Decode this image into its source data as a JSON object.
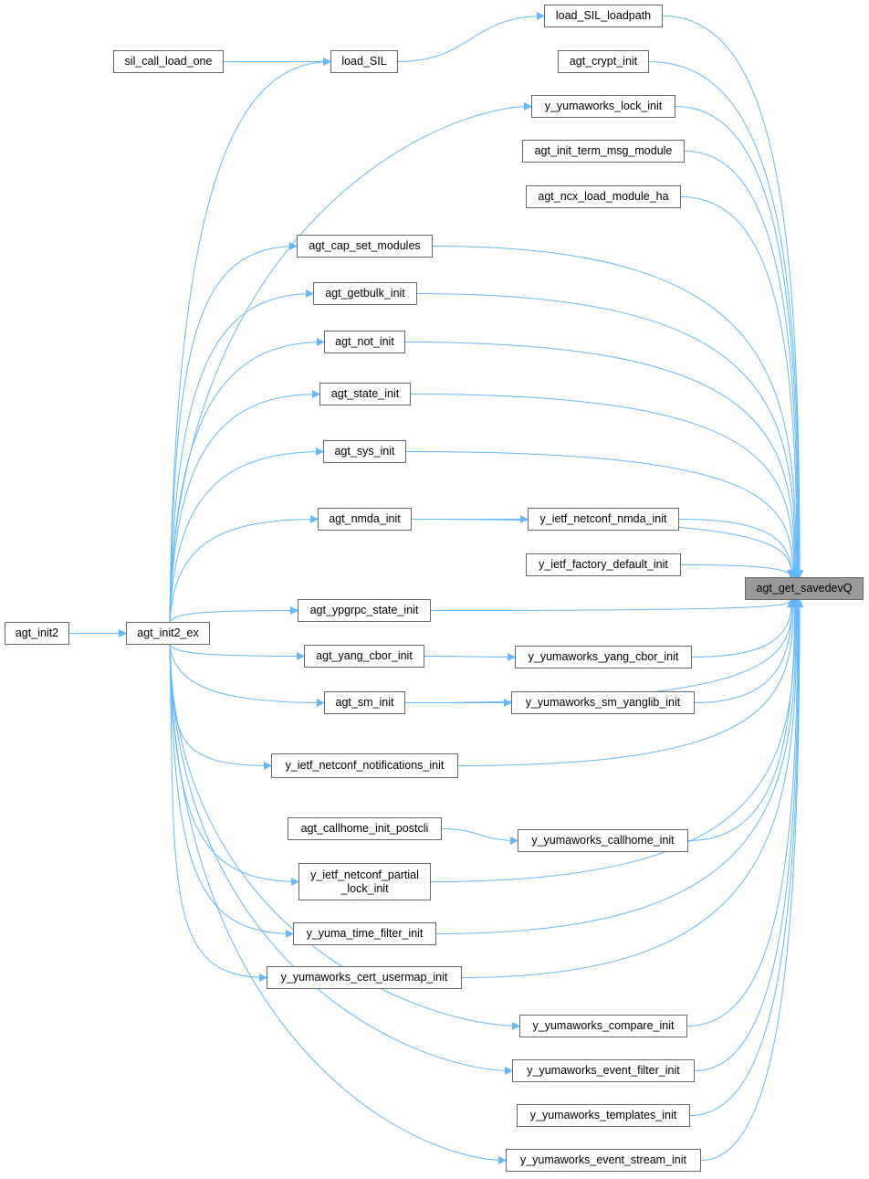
{
  "graph": {
    "focus": "agt_get_savedevQ",
    "colors": {
      "edge": "#63b8ff",
      "focus_fill": "#999999",
      "node_border": "#666666"
    },
    "nodes": {
      "load_SIL_loadpath": "load_SIL_loadpath",
      "agt_crypt_init": "agt_crypt_init",
      "y_yumaworks_lock_init": "y_yumaworks_lock_init",
      "agt_init_term_msg_module": "agt_init_term_msg_module",
      "agt_ncx_load_module_ha": "agt_ncx_load_module_ha",
      "sil_call_load_one": "sil_call_load_one",
      "load_SIL": "load_SIL",
      "agt_cap_set_modules": "agt_cap_set_modules",
      "agt_getbulk_init": "agt_getbulk_init",
      "agt_not_init": "agt_not_init",
      "agt_state_init": "agt_state_init",
      "agt_sys_init": "agt_sys_init",
      "agt_nmda_init": "agt_nmda_init",
      "y_ietf_netconf_nmda_init": "y_ietf_netconf_nmda_init",
      "y_ietf_factory_default_init": "y_ietf_factory_default_init",
      "agt_get_savedevQ": "agt_get_savedevQ",
      "agt_ypgrpc_state_init": "agt_ypgrpc_state_init",
      "agt_init2": "agt_init2",
      "agt_init2_ex": "agt_init2_ex",
      "agt_yang_cbor_init": "agt_yang_cbor_init",
      "y_yumaworks_yang_cbor_init": "y_yumaworks_yang_cbor_init",
      "agt_sm_init": "agt_sm_init",
      "y_yumaworks_sm_yanglib_init": "y_yumaworks_sm_yanglib_init",
      "y_ietf_netconf_notifications_init": "y_ietf_netconf_notifications_init",
      "agt_callhome_init_postcli": "agt_callhome_init_postcli",
      "y_yumaworks_callhome_init": "y_yumaworks_callhome_init",
      "y_ietf_netconf_partial_lock_init": "y_ietf_netconf_partial\n_lock_init",
      "y_yuma_time_filter_init": "y_yuma_time_filter_init",
      "y_yumaworks_cert_usermap_init": "y_yumaworks_cert_usermap_init",
      "y_yumaworks_compare_init": "y_yumaworks_compare_init",
      "y_yumaworks_event_filter_init": "y_yumaworks_event_filter_init",
      "y_yumaworks_templates_init": "y_yumaworks_templates_init",
      "y_yumaworks_event_stream_init": "y_yumaworks_event_stream_init"
    },
    "edges": [
      [
        "sil_call_load_one",
        "load_SIL"
      ],
      [
        "load_SIL",
        "load_SIL_loadpath"
      ],
      [
        "agt_init2",
        "agt_init2_ex"
      ],
      [
        "agt_init2_ex",
        "load_SIL"
      ],
      [
        "agt_init2_ex",
        "y_yumaworks_lock_init"
      ],
      [
        "agt_init2_ex",
        "agt_cap_set_modules"
      ],
      [
        "agt_init2_ex",
        "agt_getbulk_init"
      ],
      [
        "agt_init2_ex",
        "agt_not_init"
      ],
      [
        "agt_init2_ex",
        "agt_state_init"
      ],
      [
        "agt_init2_ex",
        "agt_sys_init"
      ],
      [
        "agt_init2_ex",
        "agt_nmda_init"
      ],
      [
        "agt_init2_ex",
        "agt_ypgrpc_state_init"
      ],
      [
        "agt_init2_ex",
        "agt_yang_cbor_init"
      ],
      [
        "agt_init2_ex",
        "agt_sm_init"
      ],
      [
        "agt_init2_ex",
        "y_ietf_netconf_notifications_init"
      ],
      [
        "agt_init2_ex",
        "y_ietf_netconf_partial_lock_init"
      ],
      [
        "agt_init2_ex",
        "y_yuma_time_filter_init"
      ],
      [
        "agt_init2_ex",
        "y_yumaworks_cert_usermap_init"
      ],
      [
        "agt_init2_ex",
        "y_yumaworks_compare_init"
      ],
      [
        "agt_init2_ex",
        "y_yumaworks_event_filter_init"
      ],
      [
        "agt_init2_ex",
        "y_yumaworks_event_stream_init"
      ],
      [
        "agt_nmda_init",
        "y_ietf_netconf_nmda_init"
      ],
      [
        "agt_yang_cbor_init",
        "y_yumaworks_yang_cbor_init"
      ],
      [
        "agt_sm_init",
        "y_yumaworks_sm_yanglib_init"
      ],
      [
        "agt_callhome_init_postcli",
        "y_yumaworks_callhome_init"
      ],
      [
        "load_SIL_loadpath",
        "agt_get_savedevQ"
      ],
      [
        "agt_crypt_init",
        "agt_get_savedevQ"
      ],
      [
        "y_yumaworks_lock_init",
        "agt_get_savedevQ"
      ],
      [
        "agt_init_term_msg_module",
        "agt_get_savedevQ"
      ],
      [
        "agt_ncx_load_module_ha",
        "agt_get_savedevQ"
      ],
      [
        "agt_cap_set_modules",
        "agt_get_savedevQ"
      ],
      [
        "agt_getbulk_init",
        "agt_get_savedevQ"
      ],
      [
        "agt_not_init",
        "agt_get_savedevQ"
      ],
      [
        "agt_state_init",
        "agt_get_savedevQ"
      ],
      [
        "agt_sys_init",
        "agt_get_savedevQ"
      ],
      [
        "agt_nmda_init",
        "agt_get_savedevQ"
      ],
      [
        "y_ietf_netconf_nmda_init",
        "agt_get_savedevQ"
      ],
      [
        "y_ietf_factory_default_init",
        "agt_get_savedevQ"
      ],
      [
        "agt_ypgrpc_state_init",
        "agt_get_savedevQ"
      ],
      [
        "y_yumaworks_yang_cbor_init",
        "agt_get_savedevQ"
      ],
      [
        "y_yumaworks_sm_yanglib_init",
        "agt_get_savedevQ"
      ],
      [
        "agt_sm_init",
        "agt_get_savedevQ"
      ],
      [
        "y_ietf_netconf_notifications_init",
        "agt_get_savedevQ"
      ],
      [
        "y_yumaworks_callhome_init",
        "agt_get_savedevQ"
      ],
      [
        "y_ietf_netconf_partial_lock_init",
        "agt_get_savedevQ"
      ],
      [
        "y_yuma_time_filter_init",
        "agt_get_savedevQ"
      ],
      [
        "y_yumaworks_cert_usermap_init",
        "agt_get_savedevQ"
      ],
      [
        "y_yumaworks_compare_init",
        "agt_get_savedevQ"
      ],
      [
        "y_yumaworks_event_filter_init",
        "agt_get_savedevQ"
      ],
      [
        "y_yumaworks_templates_init",
        "agt_get_savedevQ"
      ],
      [
        "y_yumaworks_event_stream_init",
        "agt_get_savedevQ"
      ]
    ]
  }
}
